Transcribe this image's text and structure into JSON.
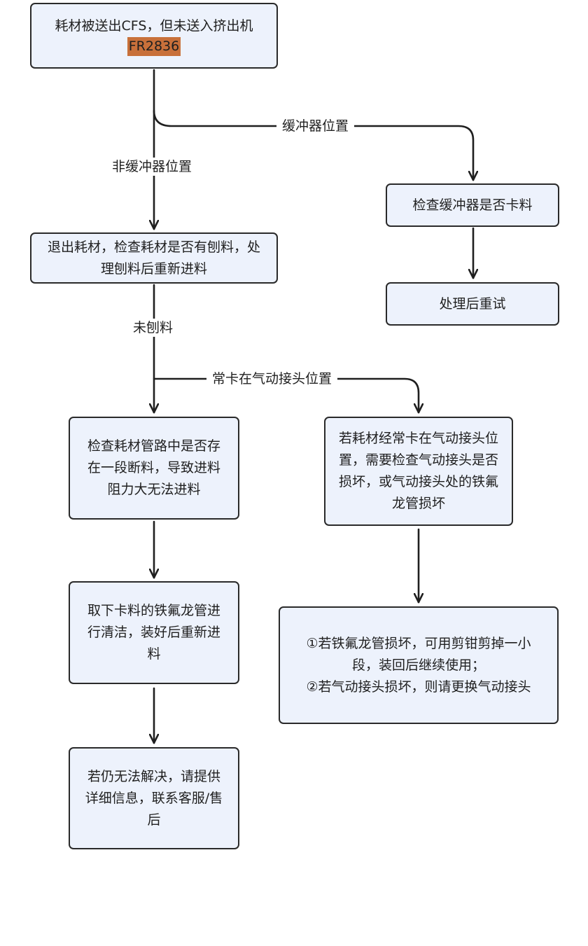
{
  "nodes": {
    "start": {
      "line1": "耗材被送出CFS，但未送入挤出机",
      "code": "FR2836"
    },
    "check_buffer": {
      "text": "检查缓冲器是否卡料"
    },
    "retry": {
      "text": "处理后重试"
    },
    "exit_filament": {
      "line1": "退出耗材，检查耗材是否有刨料，处",
      "line2": "理刨料后重新进料"
    },
    "check_tube": {
      "line1": "检查耗材管路中是否存",
      "line2": "在一段断料，导致进料",
      "line3": "阻力大无法进料"
    },
    "check_connector": {
      "line1": "若耗材经常卡在气动接头位",
      "line2": "置，需要检查气动接头是否",
      "line3": "损坏，或气动接头处的铁氟",
      "line4": "龙管损坏"
    },
    "clean_tube": {
      "line1": "取下卡料的铁氟龙管进",
      "line2": "行清洁，装好后重新进",
      "line3": "料"
    },
    "repair": {
      "line1": "①若铁氟龙管损坏，可用剪钳剪掉一小",
      "line2": "段，装回后继续使用；",
      "line3": "②若气动接头损坏，则请更换气动接头"
    },
    "contact_support": {
      "line1": "若仍无法解决，请提供",
      "line2": "详细信息，联系客服/售",
      "line3": "后"
    }
  },
  "edges": {
    "buffer_position": "缓冲器位置",
    "non_buffer_position": "非缓冲器位置",
    "no_shaving": "未刨料",
    "stuck_at_connector": "常卡在气动接头位置"
  },
  "colors": {
    "box_fill": "#edf2fc",
    "border": "#2a2a2a",
    "code_highlight": "#c8703a"
  }
}
